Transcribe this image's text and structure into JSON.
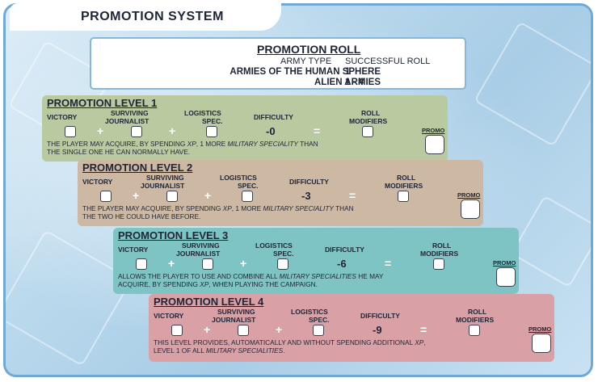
{
  "page_title": "PROMOTION SYSTEM",
  "roll": {
    "title": "PROMOTION ROLL",
    "col_army": "ARMY TYPE",
    "col_roll": "SUCCESSFUL ROLL",
    "rows": [
      {
        "army": "ARMIES OF THE HUMAN SPHERE",
        "roll": "1"
      },
      {
        "army": "ALIEN ARMIES",
        "roll": "1 - 4"
      }
    ]
  },
  "labels": {
    "victory": "VICTORY",
    "surviving": "SURVIVING",
    "journalist": "JOURNALIST",
    "logistics": "LOGISTICS",
    "spec": "SPEC.",
    "difficulty": "DIFFICULTY",
    "roll": "ROLL",
    "modifiers": "MODIFIERS",
    "promo": "PROMO",
    "plus": "+",
    "equals": "="
  },
  "levels": [
    {
      "title": "PROMOTION LEVEL 1",
      "difficulty": "-0",
      "color": "#b9c9a0",
      "desc": [
        "THE PLAYER MAY ACQUIRE, BY SPENDING ",
        "XP",
        ", 1 MORE ",
        "MILITARY SPECIALITY",
        " THAN",
        "THE SINGLE ONE HE CAN NORMALLY HAVE."
      ]
    },
    {
      "title": "PROMOTION LEVEL 2",
      "difficulty": "-3",
      "color": "#cdb9a3",
      "desc": [
        "THE PLAYER MAY ACQUIRE, BY SPENDING ",
        "XP",
        ", 1 MORE ",
        "MILITARY SPECIALITY",
        " THAN",
        "THE TWO HE COULD HAVE BEFORE."
      ]
    },
    {
      "title": "PROMOTION LEVEL 3",
      "difficulty": "-6",
      "color": "#7fc4c4",
      "desc": [
        "ALLOWS THE PLAYER TO USE AND COMBINE ALL ",
        "MILITARY SPECIALITIES",
        " HE MAY",
        "ACQUIRE, BY SPENDING ",
        "XP",
        ", WHEN PLAYING THE CAMPAIGN."
      ]
    },
    {
      "title": "PROMOTION LEVEL 4",
      "difficulty": "-9",
      "color": "#d9a1a6",
      "desc": [
        "THIS LEVEL PROVIDES, AUTOMATICALLY AND WITHOUT SPENDING ADDITIONAL ",
        "XP",
        ",",
        "LEVEL 1 OF ALL ",
        "MILITARY SPECIALITIES",
        "."
      ]
    }
  ]
}
